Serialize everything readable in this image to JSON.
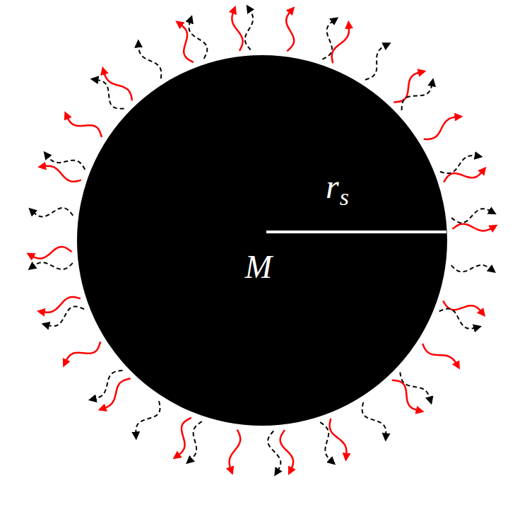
{
  "diagram": {
    "nodes": [
      {
        "text": [
          "M",
          "r",
          "s"
        ]
      }
    ]
  }
}
